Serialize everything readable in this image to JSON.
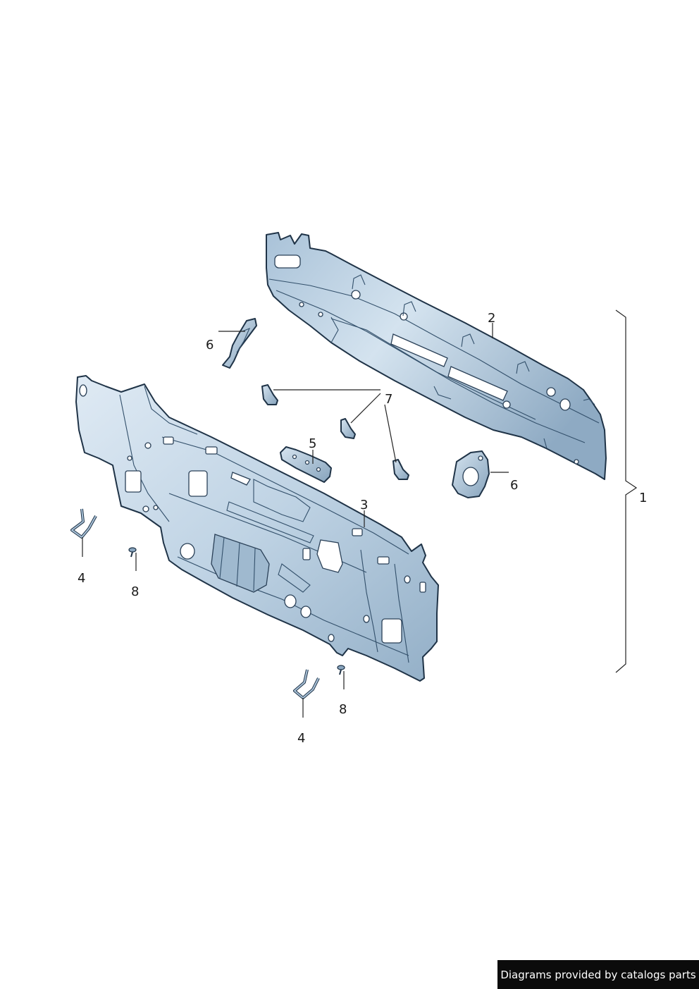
{
  "callouts": {
    "c1": "1",
    "c2": "2",
    "c3": "3",
    "c4a": "4",
    "c4b": "4",
    "c5": "5",
    "c6a": "6",
    "c6b": "6",
    "c7": "7",
    "c8a": "8",
    "c8b": "8"
  },
  "credit": "Diagrams provided by catalogs parts",
  "colors": {
    "panel_fill": "#c3d6e6",
    "panel_light": "#e4eef6",
    "panel_dark": "#7e9cb6",
    "outline": "#1f3347"
  }
}
